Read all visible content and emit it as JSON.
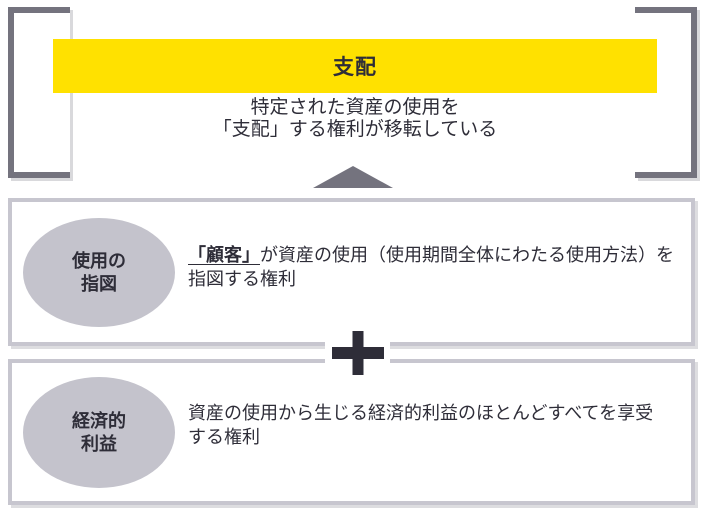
{
  "diagram": {
    "title": "支配",
    "subtitle_lines": [
      "特定された資産の使用を",
      "「支配」する権利が移転している"
    ],
    "rows": [
      {
        "badge_lines": [
          "使用の",
          "指図"
        ],
        "line1_emphasis": "「顧客」",
        "line1_rest": "が資産の使用（使用期間全体にわたる使用方法）を",
        "line2": "指図する権利"
      },
      {
        "badge_lines": [
          "経済的",
          "利益"
        ],
        "line1": "資産の使用から生じる経済的利益のほとんどすべてを享受",
        "line2": "する権利"
      }
    ],
    "operator": "+",
    "icons": {
      "up_arrow": "up-arrow-icon",
      "plus": "plus-icon"
    }
  },
  "colors": {
    "accent_yellow": "#FFE100",
    "text_dark": "#2E2D38",
    "bracket_gray": "#74737E",
    "box_border_gray": "#C7C6CF",
    "ellipse_gray": "#C4C3CC"
  }
}
